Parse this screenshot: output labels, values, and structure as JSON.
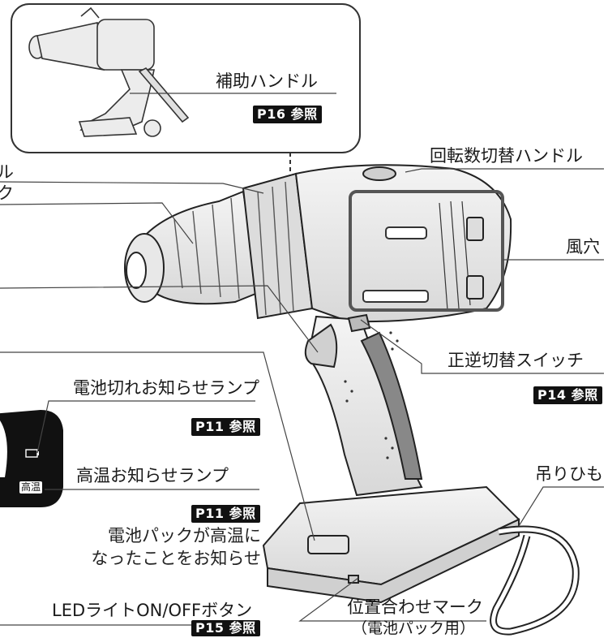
{
  "labels": {
    "aux_handle": "補助ハンドル",
    "aux_handle_ref": "P16 参照",
    "speed_switch": "回転数切替ハンドル",
    "clipped_1": "ル",
    "clipped_2": "ク",
    "vent": "風穴",
    "direction_switch": "正逆切替スイッチ",
    "direction_switch_ref": "P14 参照",
    "battery_lamp": "電池切れお知らせランプ",
    "battery_lamp_ref": "P11 参照",
    "heat_lamp": "高温お知らせランプ",
    "heat_lamp_ref": "P11 参照",
    "heat_note_1": "電池パックが高温に",
    "heat_note_2": "なったことをお知らせ",
    "led_button": "LEDライトON/OFFボタン",
    "led_button_ref": "P15 参照",
    "strap": "吊りひも",
    "align_mark": "位置合わせマーク",
    "align_mark_sub": "（電池パック用）",
    "panel_badge": "高温"
  },
  "colors": {
    "ref_bg": "#111111",
    "highlight_box": "#555555",
    "line": "#444444"
  }
}
